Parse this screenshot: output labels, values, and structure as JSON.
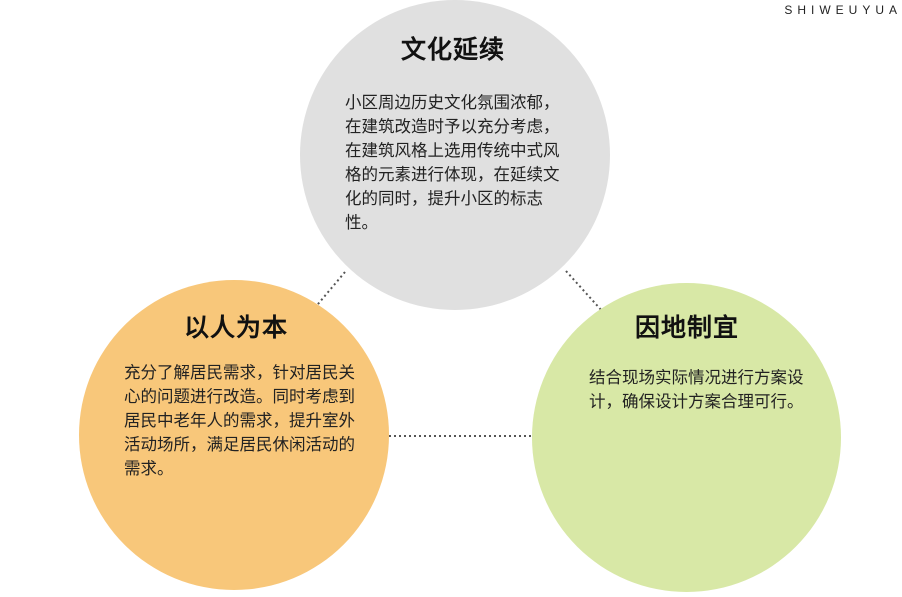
{
  "watermark": "SHIWEUYUA",
  "top": {
    "title": "文化延续",
    "text": "小区周边历史文化氛围浓郁，在建筑改造时予以充分考虑，在建筑风格上选用传统中式风格的元素进行体现，在延续文化的同时，提升小区的标志性。"
  },
  "left": {
    "title": "以人为本",
    "text": "充分了解居民需求，针对居民关心的问题进行改造。同时考虑到居民中老年人的需求，提升室外活动场所，满足居民休闲活动的需求。"
  },
  "right": {
    "title": "因地制宜",
    "text": "结合现场实际情况进行方案设计，确保设计方案合理可行。"
  },
  "colors": {
    "top_circle": "#e0e0e0",
    "left_circle": "#f8c77a",
    "right_circle": "#d8e8a6",
    "connector": "#555555"
  }
}
